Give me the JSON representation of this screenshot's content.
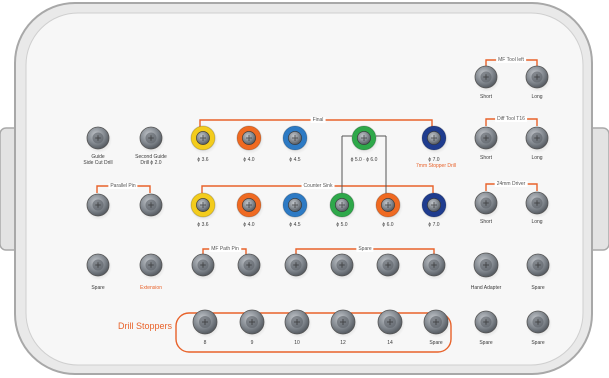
{
  "colors": {
    "accent_orange": "#e8622a",
    "yellow": "#f3cc1d",
    "orange": "#ef6a22",
    "blue": "#2d7ac4",
    "green": "#2ea84a",
    "navy": "#1f3c8e",
    "socket_gray": "#7c8289",
    "tray_bg": "#f4f4f4",
    "tray_edge": "#b7b7b7"
  },
  "groups": {
    "final": "Final",
    "counter_sink": "Counter Sink",
    "parallel_pin": "Parallel Pin",
    "mf_path_pin": "MF Path Pin",
    "spare": "Spare",
    "mf_tool_left": "MF Tool left",
    "diff_tool": "Diff Tool T16",
    "driver": "24mm Driver",
    "drill_stoppers": "Drill Stoppers"
  },
  "labels": {
    "guide_1": "Guide",
    "guide_1b": "Side Cut Drill",
    "guide_2": "Second Guide",
    "guide_2b": "Drill ϕ 2.0",
    "final_1": "ϕ 3.6",
    "final_2": "ϕ 4.0",
    "final_3": "ϕ 4.5",
    "final_4": "ϕ 5.0 · ϕ 6.0",
    "final_5": "ϕ 7.0",
    "final_note": "7mm Stopper Drill",
    "cs_1": "ϕ 3.6",
    "cs_2": "ϕ 4.0",
    "cs_3": "ϕ 4.5",
    "cs_4": "ϕ 5.0",
    "cs_5": "ϕ 6.0",
    "cs_6": "ϕ 7.0",
    "spare_1": "Spare",
    "extension": "Extension",
    "hand_adapter": "Hand Adapter",
    "r4_spare": "Spare",
    "stop_1": "8",
    "stop_2": "9",
    "stop_3": "10",
    "stop_4": "12",
    "stop_5": "14",
    "stop_6": "Spare",
    "r5_spare_1": "Spare",
    "r5_spare_2": "Spare",
    "t1_short": "Short",
    "t1_long": "Long",
    "t2_short": "Short",
    "t2_long": "Long",
    "t3_short": "Short",
    "t3_long": "Long"
  }
}
